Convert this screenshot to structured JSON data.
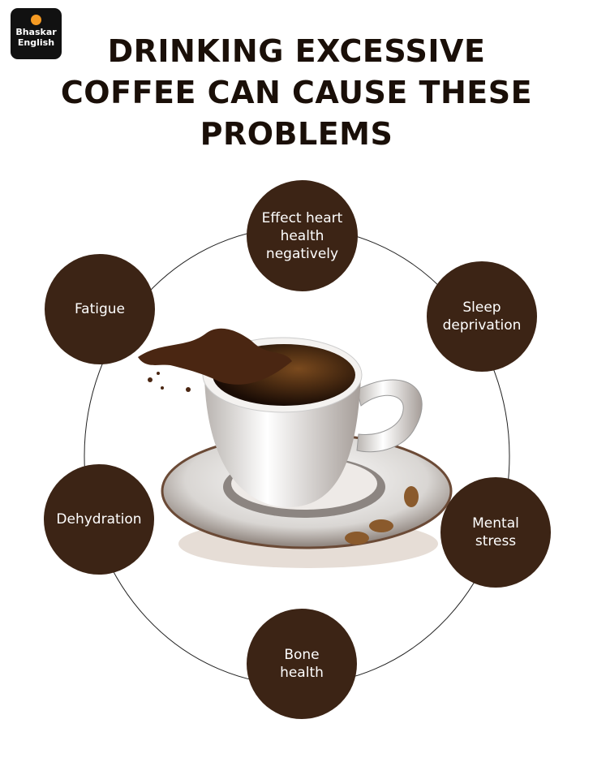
{
  "logo": {
    "line1": "Bhaskar",
    "line2": "English"
  },
  "title": {
    "lines": [
      "DRINKING EXCESSIVE",
      "COFFEE CAN CAUSE THESE",
      "PROBLEMS"
    ]
  },
  "colors": {
    "bubble": "#3c2415",
    "accent": "#f59a23"
  },
  "problems": [
    {
      "label": "Effect heart health negatively"
    },
    {
      "label": "Sleep deprivation"
    },
    {
      "label": "Mental stress"
    },
    {
      "label": "Bone health"
    },
    {
      "label": "Dehydration"
    },
    {
      "label": "Fatigue"
    }
  ]
}
